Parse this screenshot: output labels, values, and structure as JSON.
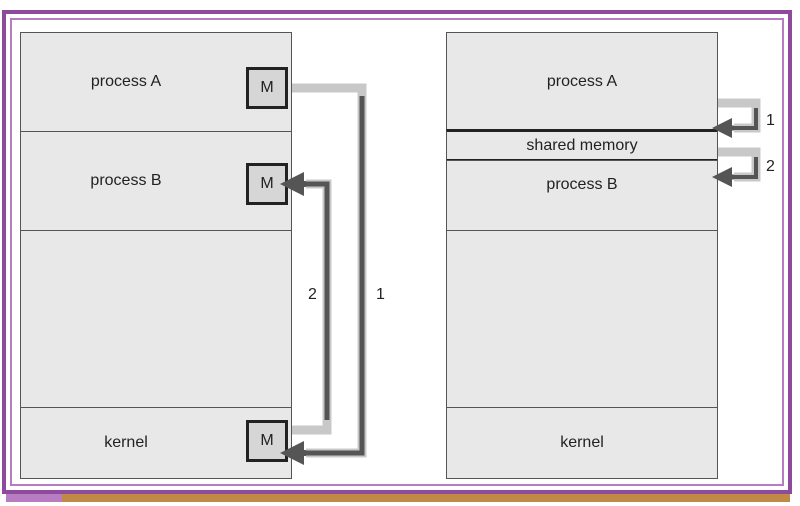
{
  "left_diagram": {
    "process_a": "process A",
    "process_b": "process B",
    "kernel": "kernel",
    "message_label": "M",
    "arrow_1_label": "1",
    "arrow_2_label": "2"
  },
  "right_diagram": {
    "process_a": "process A",
    "shared_memory": "shared memory",
    "process_b": "process B",
    "kernel": "kernel",
    "arrow_1_label": "1",
    "arrow_2_label": "2"
  },
  "colors": {
    "frame_outer": "#8e4a9c",
    "frame_inner": "#b77cc2",
    "block_fill": "#e8e8e8",
    "arrow_light": "#c8c8c8",
    "arrow_dark": "#555555"
  }
}
